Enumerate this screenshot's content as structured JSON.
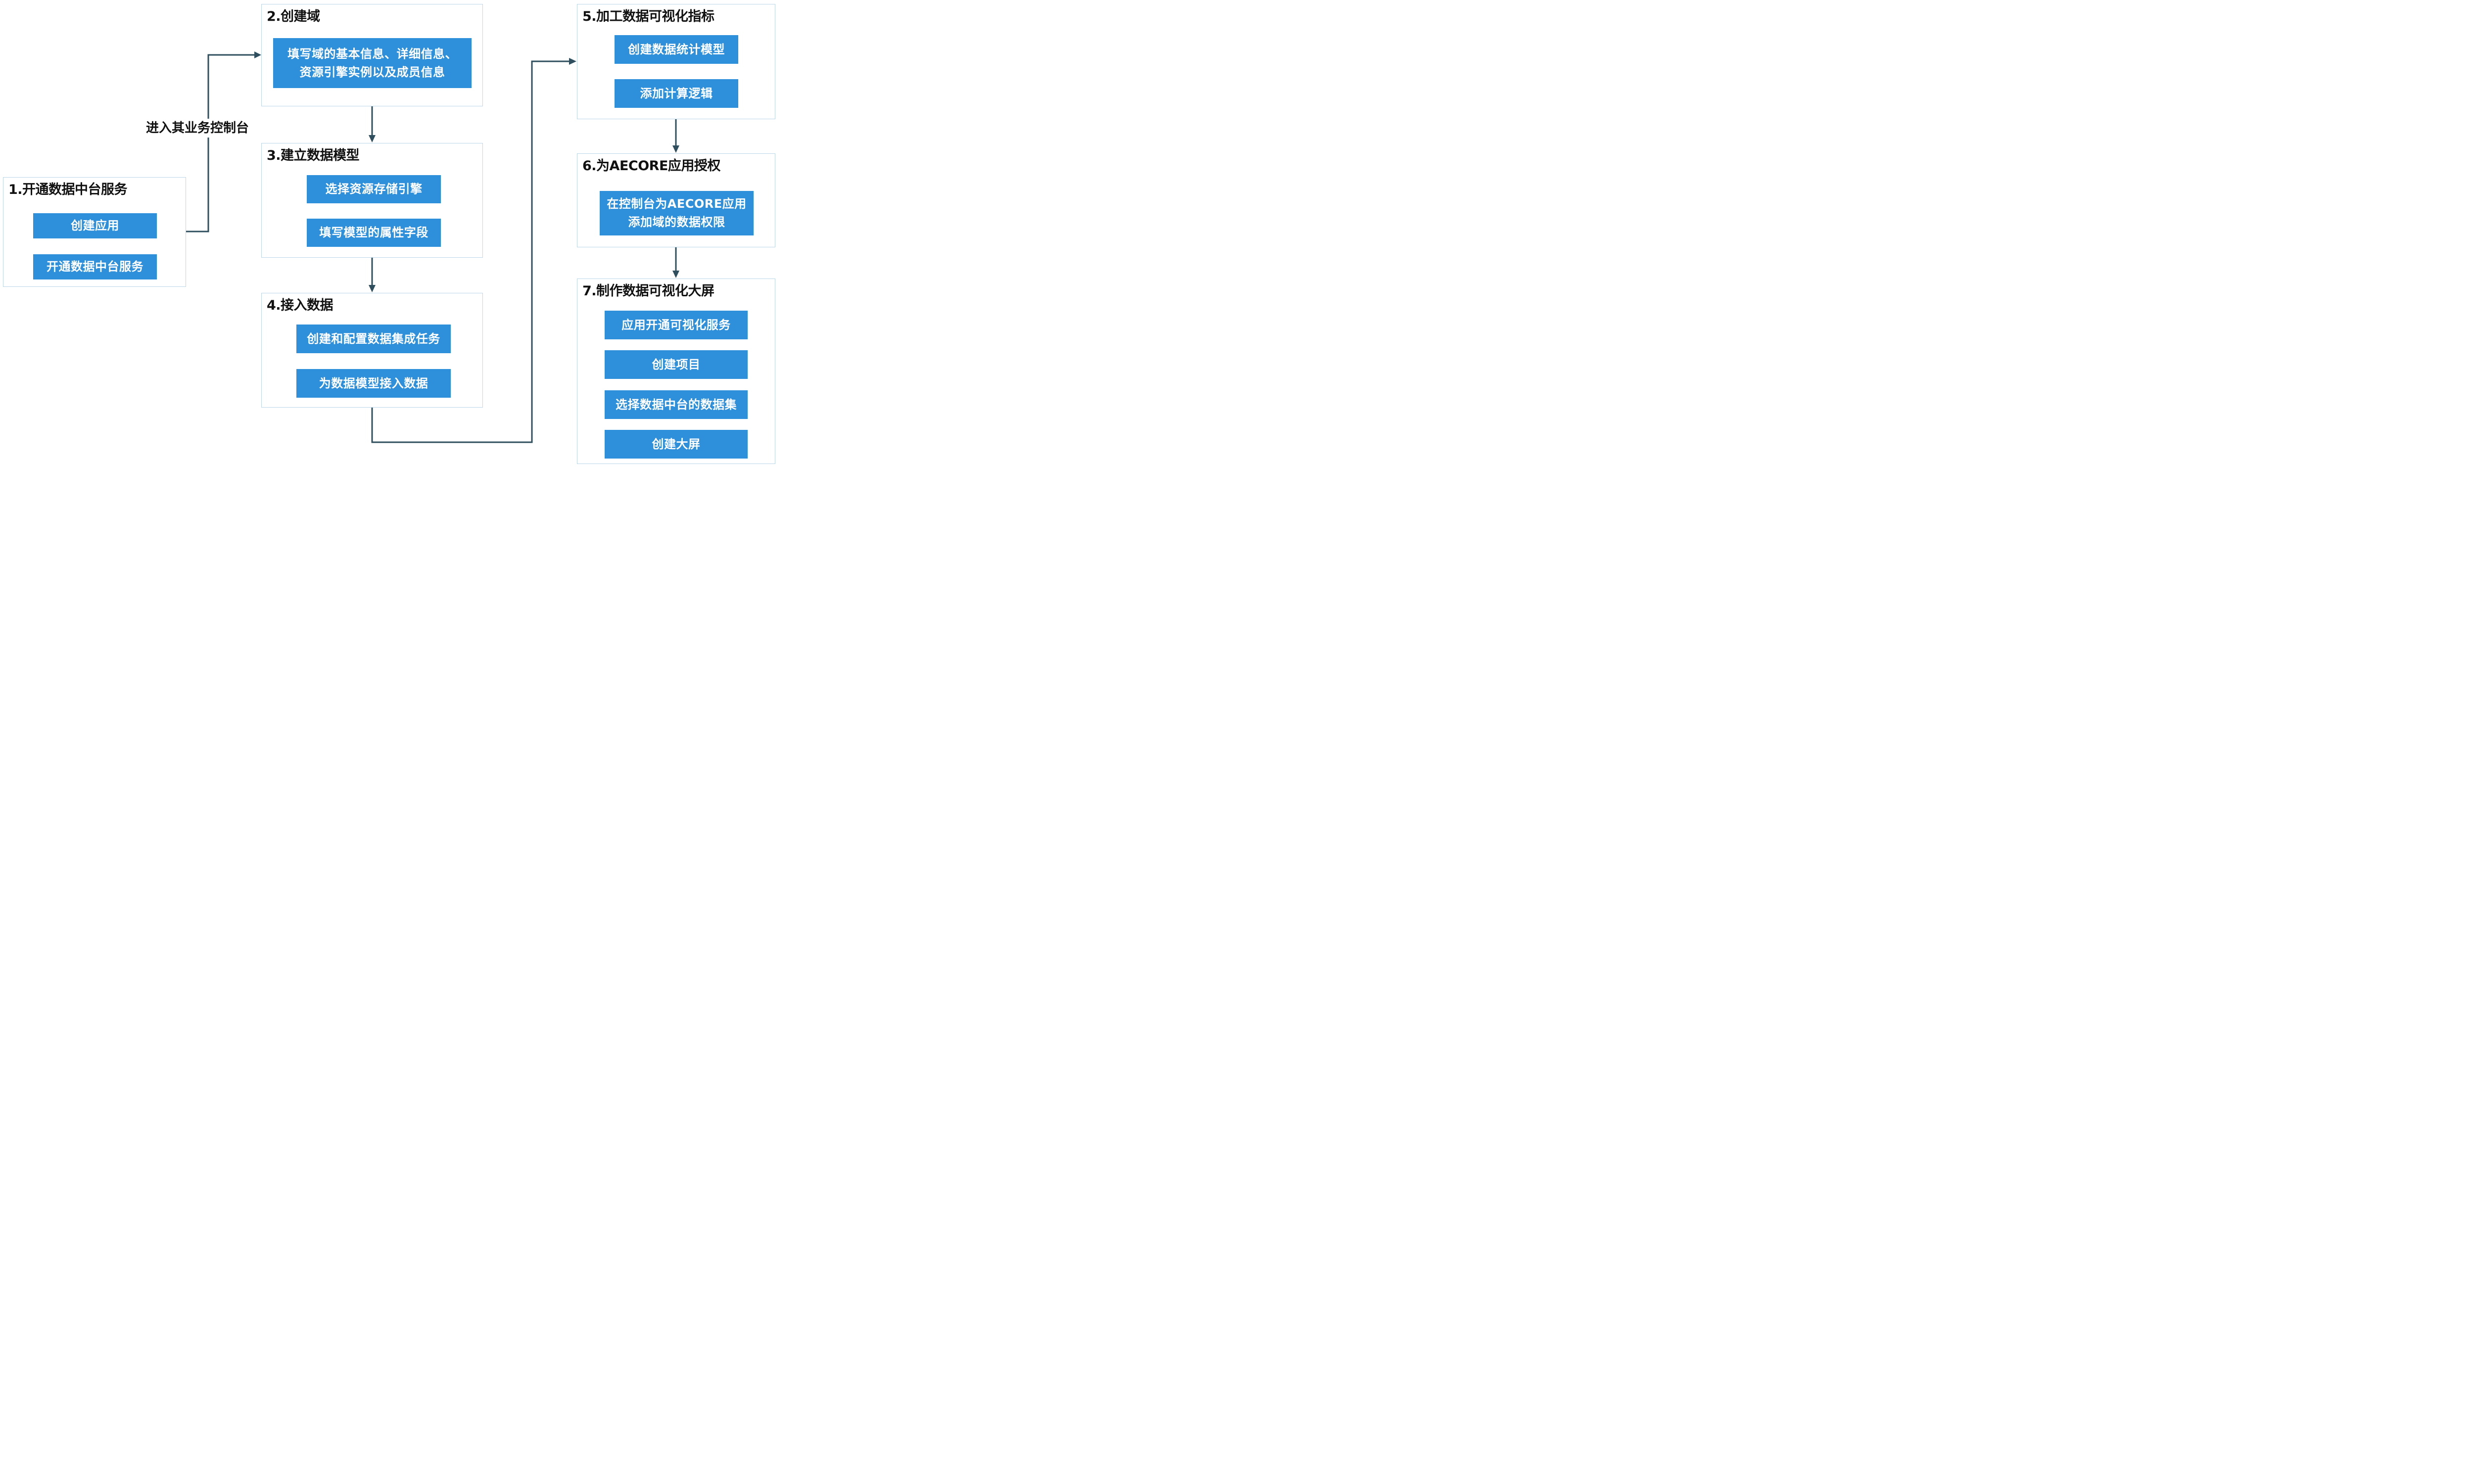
{
  "colors": {
    "step_fill": "#2e8fdb",
    "connector": "#2f4f5e",
    "box_border": "#bcd6ea"
  },
  "edge_label": "进入其业务控制台",
  "stages": {
    "s1": {
      "title": "1.开通数据中台服务",
      "steps": [
        "创建应用",
        "开通数据中台服务"
      ]
    },
    "s2": {
      "title": "2.创建域",
      "step_line1": "填写域的基本信息、详细信息、",
      "step_line2": "资源引擎实例以及成员信息"
    },
    "s3": {
      "title": "3.建立数据模型",
      "steps": [
        "选择资源存储引擎",
        "填写模型的属性字段"
      ]
    },
    "s4": {
      "title": "4.接入数据",
      "steps": [
        "创建和配置数据集成任务",
        "为数据模型接入数据"
      ]
    },
    "s5": {
      "title": "5.加工数据可视化指标",
      "steps": [
        "创建数据统计模型",
        "添加计算逻辑"
      ]
    },
    "s6": {
      "title": "6.为AECORE应用授权",
      "step_line1": "在控制台为AECORE应用",
      "step_line2": "添加域的数据权限"
    },
    "s7": {
      "title": "7.制作数据可视化大屏",
      "steps": [
        "应用开通可视化服务",
        "创建项目",
        "选择数据中台的数据集",
        "创建大屏"
      ]
    }
  }
}
